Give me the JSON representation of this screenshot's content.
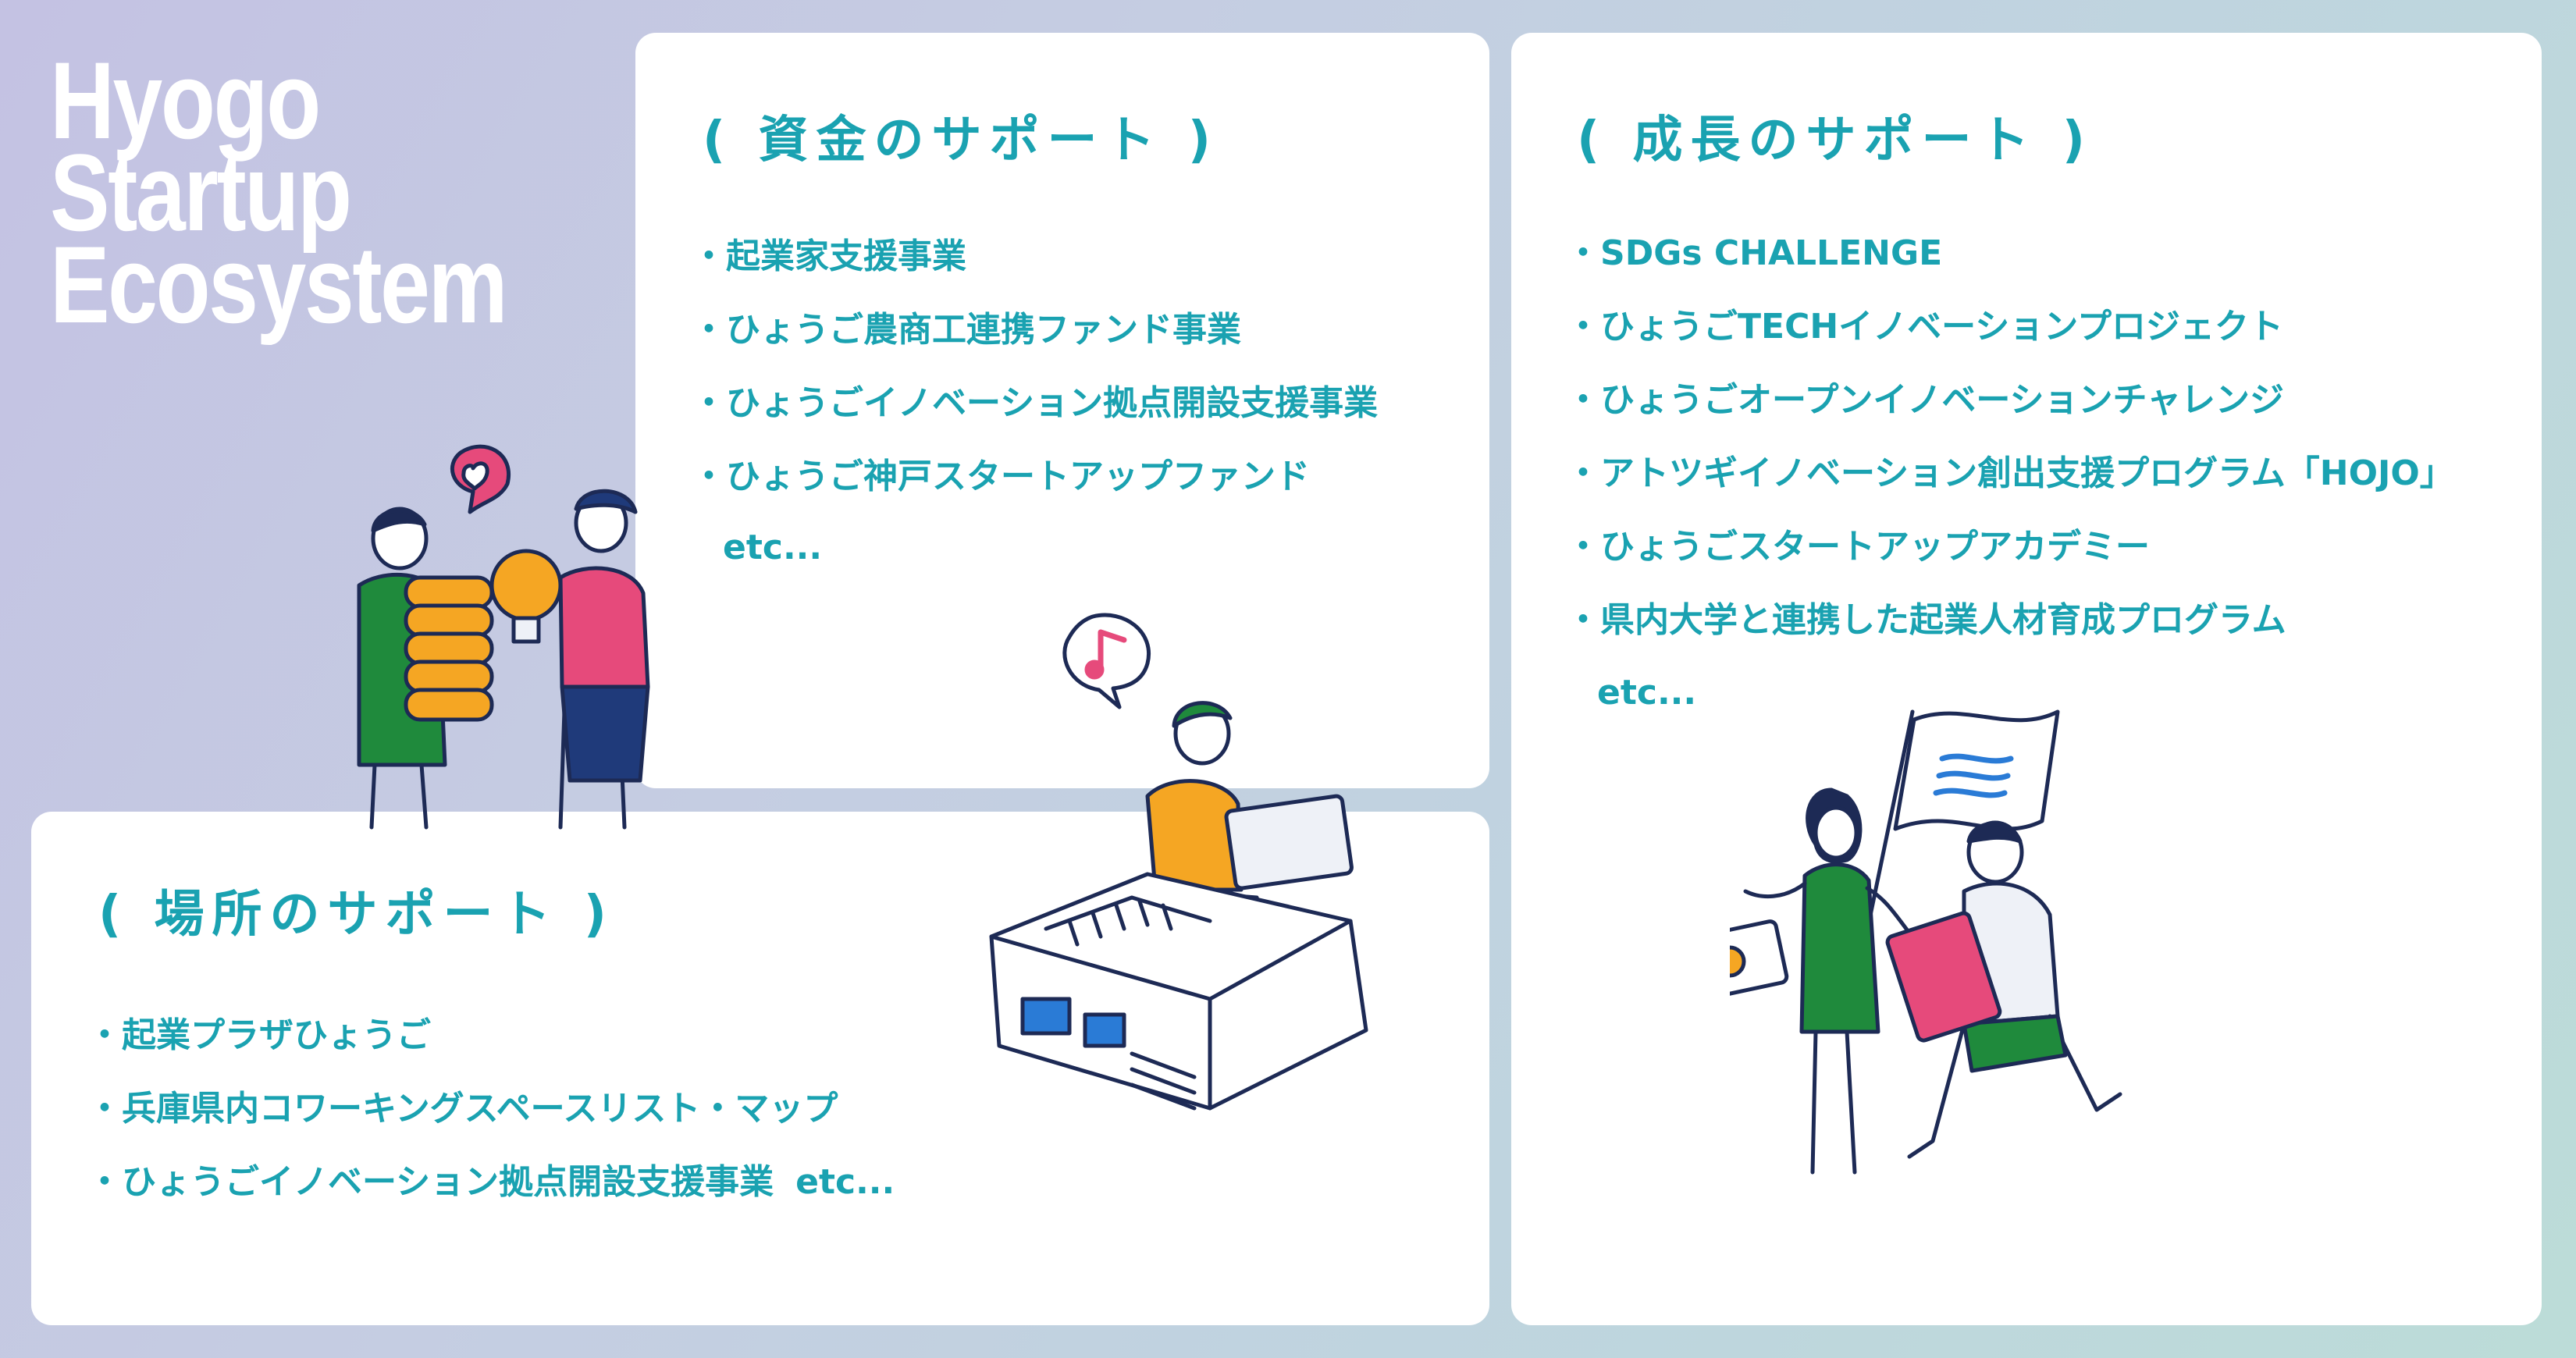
{
  "brand": {
    "lines": [
      "Hyogo",
      "Startup",
      "Ecosystem"
    ]
  },
  "funding": {
    "title": "( 資金のサポート )",
    "items": [
      "起業家支援事業",
      "ひょうご農商工連携ファンド事業",
      "ひょうごイノベーション拠点開設支援事業",
      "ひょうご神戸スタートアップファンド"
    ],
    "etc": "etc..."
  },
  "growth": {
    "title": "( 成長のサポート )",
    "items": [
      "SDGs CHALLENGE",
      "ひょうごTECHイノベーションプロジェクト",
      "ひょうごオープンイノベーションチャレンジ",
      "アトツギイノベーション創出支援プログラム「HOJO」",
      "ひょうごスタートアップアカデミー",
      "県内大学と連携した起業人材育成プログラム"
    ],
    "etc": "etc..."
  },
  "place": {
    "title": "( 場所のサポート )",
    "items": [
      "起業プラザひょうご",
      "兵庫県内コワーキングスペースリスト・マップ",
      "ひょうごイノベーション拠点開設支援事業"
    ],
    "etc": "etc..."
  },
  "colors": {
    "accent": "#1aa2b1",
    "green": "#1f8a3c",
    "pink": "#e64a7b",
    "yellow": "#f5a623",
    "navy": "#1f3a7a",
    "ink": "#1d2a55"
  }
}
